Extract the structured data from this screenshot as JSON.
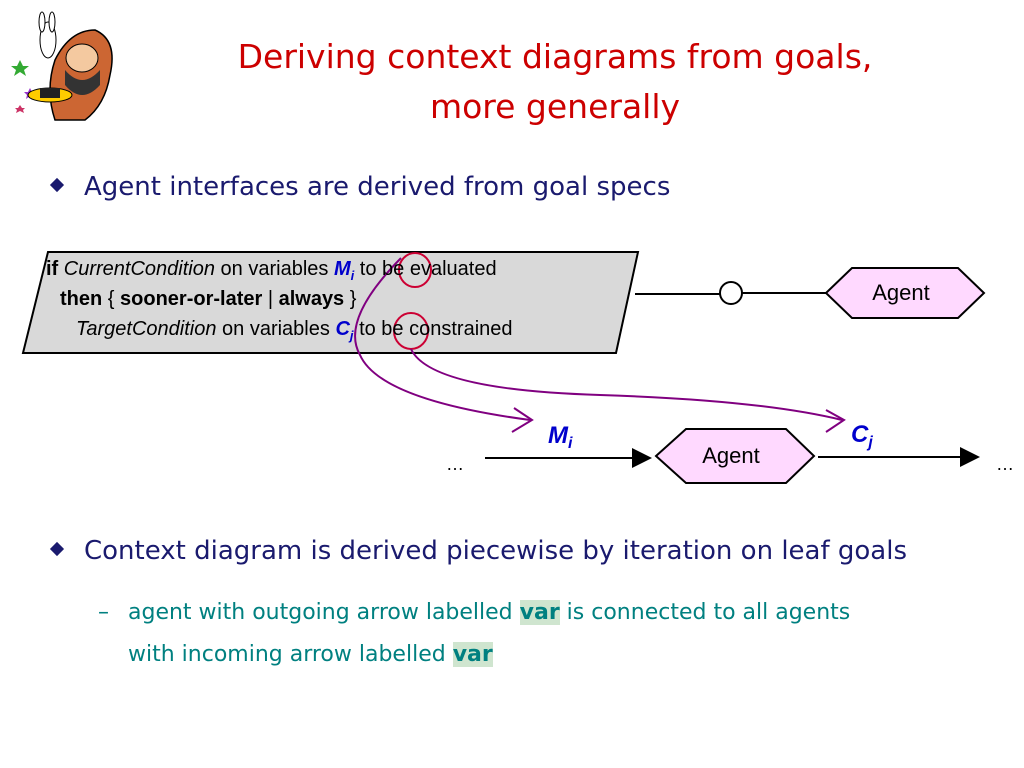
{
  "title": {
    "line1": "Deriving context diagrams from goals,",
    "line2": "more generally"
  },
  "bullets": [
    {
      "text": "Agent interfaces are derived from goal specs"
    },
    {
      "text": "Context diagram is derived piecewise by iteration on leaf goals"
    }
  ],
  "sub_bullet": {
    "part1": "agent with outgoing arrow labelled ",
    "var1": "var",
    "part2": " is connected to all agents",
    "part3": "with incoming arrow labelled ",
    "var2": "var"
  },
  "spec": {
    "if": "if",
    "current": "CurrentCondition",
    "on_vars1": " on variables ",
    "m": "M",
    "m_sub": "i",
    "eval": " to be evaluated",
    "then": "then",
    "brace_open": " { ",
    "sol": "sooner-or-later",
    "bar": " | ",
    "always": "always",
    "brace_close": " }",
    "target": "TargetCondition",
    "on_vars2": " on variables ",
    "c": "C",
    "c_sub": "j",
    "constrained": " to be constrained"
  },
  "diagram": {
    "agent_top": "Agent",
    "agent_mid": "Agent",
    "label_m": "M",
    "label_m_sub": "i",
    "label_c": "C",
    "label_c_sub": "j",
    "ellipsis_left": "…",
    "ellipsis_right": "…"
  },
  "colors": {
    "title": "#cc0000",
    "text": "#1a1a6e",
    "sub": "#008080",
    "agent_fill": "#ffd9ff",
    "var_blue": "#0000cc",
    "annot": "#800080"
  }
}
